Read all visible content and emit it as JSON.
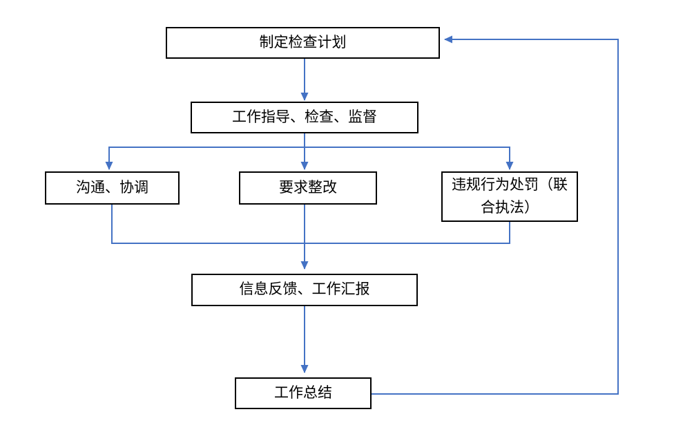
{
  "diagram": {
    "type": "flowchart",
    "background": "#ffffff",
    "colors": {
      "connector": "#4472C4",
      "node_border": "#000000",
      "node_fill": "#ffffff",
      "text": "#000000"
    },
    "nodes": {
      "plan": {
        "label": "制定检查计划"
      },
      "guide": {
        "label": "工作指导、检查、监督"
      },
      "communicate": {
        "label": "沟通、协调"
      },
      "rectify": {
        "label": "要求整改"
      },
      "punish": {
        "label": "违规行为处罚（联合执法）"
      },
      "feedback": {
        "label": "信息反馈、工作汇报"
      },
      "summary": {
        "label": "工作总结"
      }
    },
    "edges": [
      {
        "from": "plan",
        "to": "guide",
        "arrow": true
      },
      {
        "from": "guide",
        "to": "communicate",
        "arrow": true
      },
      {
        "from": "guide",
        "to": "rectify",
        "arrow": true
      },
      {
        "from": "guide",
        "to": "punish",
        "arrow": true
      },
      {
        "from": "communicate",
        "to": "feedback",
        "arrow": false,
        "via": "merge-line"
      },
      {
        "from": "rectify",
        "to": "feedback",
        "arrow": true
      },
      {
        "from": "punish",
        "to": "feedback",
        "arrow": false,
        "via": "merge-line"
      },
      {
        "from": "feedback",
        "to": "summary",
        "arrow": true
      },
      {
        "from": "summary",
        "to": "plan",
        "arrow": true,
        "via": "right-side-loop"
      }
    ]
  }
}
